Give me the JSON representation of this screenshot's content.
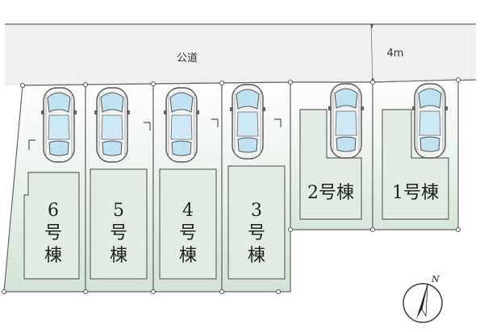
{
  "site_plan": {
    "road": {
      "label": "公道",
      "width_label": "4m"
    },
    "buildings": [
      {
        "id": "6",
        "label": "6号棟",
        "lines": [
          "6",
          "号",
          "棟"
        ]
      },
      {
        "id": "5",
        "label": "5号棟",
        "lines": [
          "5",
          "号",
          "棟"
        ]
      },
      {
        "id": "4",
        "label": "4号棟",
        "lines": [
          "4",
          "号",
          "棟"
        ]
      },
      {
        "id": "3",
        "label": "3号棟",
        "lines": [
          "3",
          "号",
          "棟"
        ]
      },
      {
        "id": "2",
        "label": "2号棟"
      },
      {
        "id": "1",
        "label": "1号棟"
      }
    ],
    "north_label": "N",
    "colors": {
      "road": "#f0f0f0",
      "lot_top": "#ffffff",
      "lot_bottom": "#d8e6da",
      "outline": "#555555",
      "car_glass": "#bfe3f2",
      "car_body": "#f4f4f4"
    }
  }
}
